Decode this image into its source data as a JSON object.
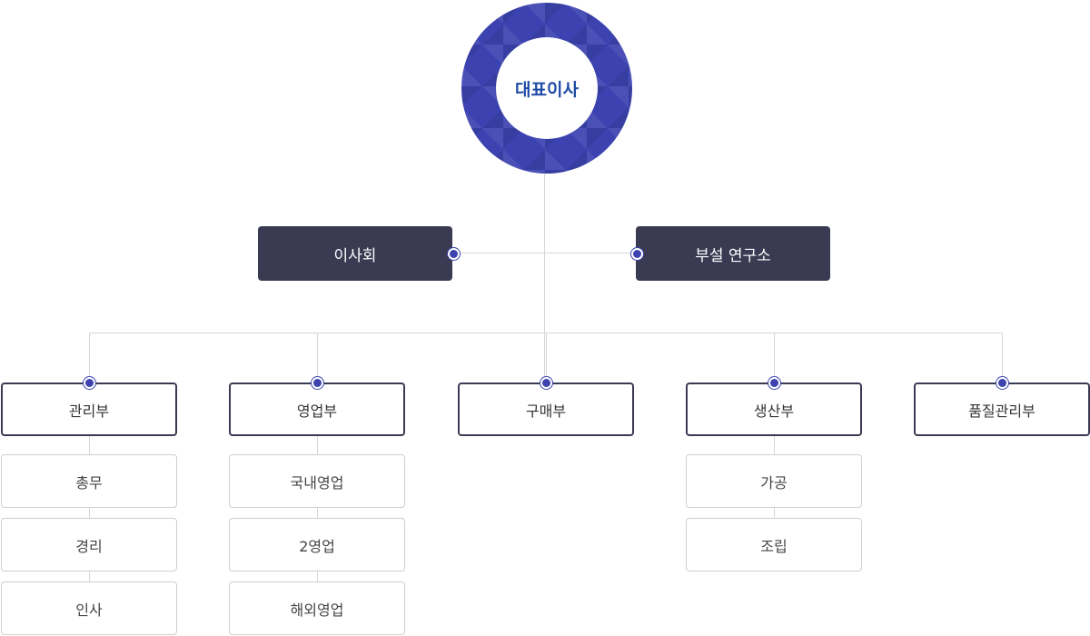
{
  "ceo": {
    "label": "대표이사"
  },
  "side_units": [
    {
      "label": "이사회"
    },
    {
      "label": "부설 연구소"
    }
  ],
  "departments": [
    {
      "label": "관리부",
      "teams": [
        "총무",
        "경리",
        "인사"
      ]
    },
    {
      "label": "영업부",
      "teams": [
        "국내영업",
        "2영업",
        "해외영업"
      ]
    },
    {
      "label": "구매부",
      "teams": []
    },
    {
      "label": "생산부",
      "teams": [
        "가공",
        "조립"
      ]
    },
    {
      "label": "품질관리부",
      "teams": []
    }
  ],
  "colors": {
    "ceo_ring": "#3c43b0",
    "ceo_text": "#1f4ba6",
    "dark_box": "#3a3a52",
    "dot": "#3c43b0",
    "line": "#d6d6d6"
  }
}
